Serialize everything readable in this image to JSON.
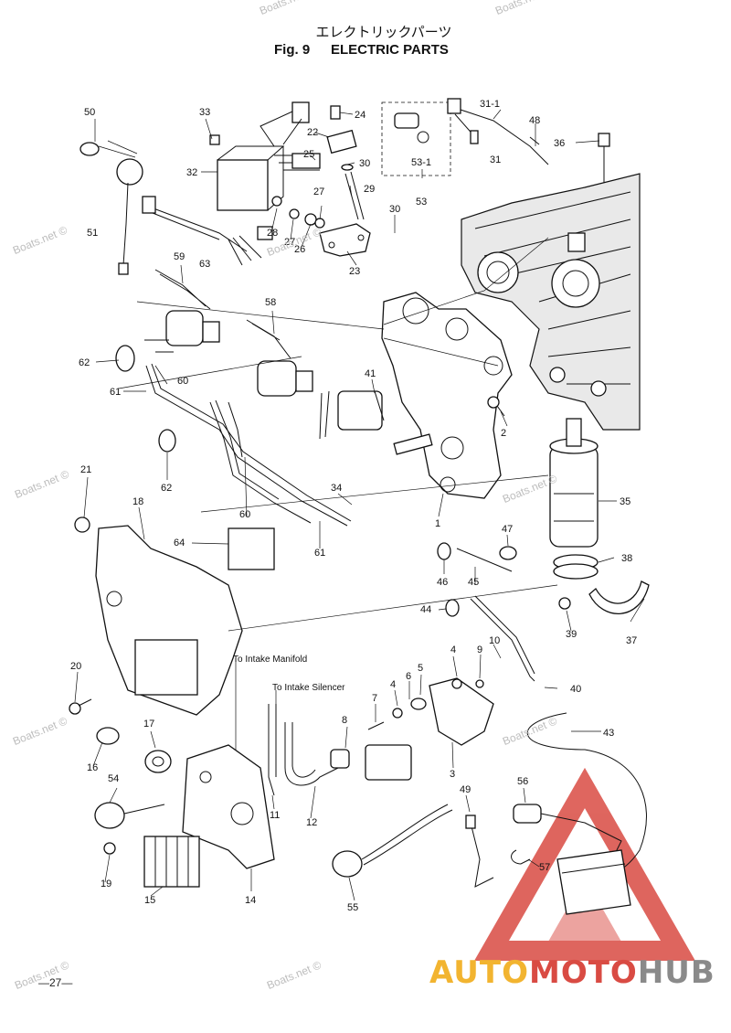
{
  "header": {
    "title_jp": "エレクトリックパーツ",
    "fig_label": "Fig. 9",
    "title_en": "ELECTRIC PARTS"
  },
  "annotations": {
    "intake_manifold": "To Intake Manifold",
    "intake_silencer": "To Intake Silencer"
  },
  "callouts": [
    "50",
    "51",
    "33",
    "32",
    "24",
    "22",
    "25",
    "30",
    "29",
    "27",
    "28",
    "27",
    "26",
    "23",
    "53-1",
    "53",
    "31-1",
    "31",
    "48",
    "36",
    "30",
    "59",
    "63",
    "58",
    "62",
    "61",
    "60",
    "41",
    "2",
    "62",
    "34",
    "21",
    "18",
    "64",
    "60",
    "61",
    "1",
    "35",
    "47",
    "38",
    "46",
    "45",
    "44",
    "37",
    "39",
    "10",
    "20",
    "17",
    "16",
    "54",
    "19",
    "15",
    "14",
    "11",
    "12",
    "7",
    "8",
    "6",
    "5",
    "4",
    "9",
    "4",
    "3",
    "40",
    "43",
    "49",
    "56",
    "55",
    "57"
  ],
  "watermarks": [
    "Boats.net ©",
    "Boats.net ©",
    "Boats.net ©",
    "Boats.net ©",
    "Boats.net ©",
    "Boats.net ©",
    "Boats.net ©",
    "Boats.net ©",
    "Boats.net ©",
    "Boats.net ©"
  ],
  "footer": {
    "page_number": "—27—"
  },
  "brand": {
    "part1": "AUTO",
    "part2": "MOTO",
    "part3": "HUB",
    "colors": {
      "auto": "#f2b430",
      "moto": "#d94b43",
      "hub": "#8a8a8a",
      "triangle": "#d94b43"
    }
  }
}
